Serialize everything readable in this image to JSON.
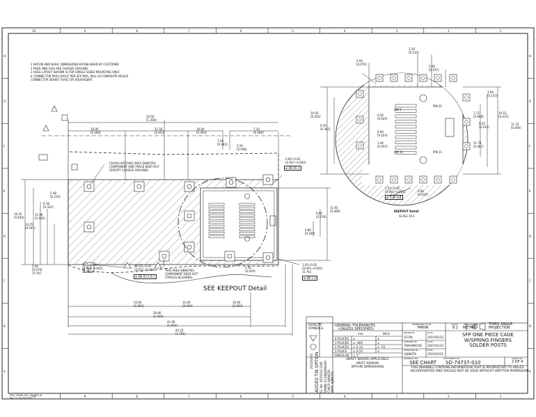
{
  "border": {
    "top_zones": [
      "10",
      "9",
      "8",
      "7",
      "6",
      "5",
      "4",
      "3",
      "2",
      "1"
    ],
    "side_zones": [
      "H",
      "G",
      "F",
      "E",
      "D",
      "C",
      "B",
      "A"
    ]
  },
  "notes": [
    "1   DATUM AND BASIC DIMENSIONS ESTABLISHED BY CUSTOMER",
    "2   PADS AND VIAS ARE CHASSIS GROUND.",
    "3   HOLE LAYOUT SHOWN IS FOR SINGLE SIDED MOUNTING ONLY.",
    "4   CONNECTOR PAD LAYOUT PER SFP MSA, WILL ACCOMODATE MOLEX",
    "     CONNECTOR SERIES 74441 OR EQUIVALENT."
  ],
  "main_view": {
    "hatch_note": [
      "CROSS-HATCHED AREA DENOTES",
      "COMPONENT AND TRACE KEEP-OUT",
      "(EXCEPT CHASSIS GROUND)"
    ],
    "component_note": [
      "THIS AREA DENOTES",
      "COMPONENT KEEP-OUT",
      "(TRACES ALLOWED)"
    ],
    "see_detail": "SEE KEEPOUT Detail",
    "dims": {
      "d3450": "34.50",
      "d3450i": "[1.358]",
      "d1000": "10.00",
      "d1000i": "[0.394]",
      "d1150": "11.50",
      "d1150i": "[0.453]",
      "d710": "7.10",
      "d710i": "[0.280]",
      "d720": "7.20",
      "d720i": "[0.283]",
      "d250": "2.50",
      "d250i": "[0.098]",
      "d1425": "14.25",
      "d1425i": "[0.561]",
      "d1625": "16.25",
      "d1625i": "[0.640]",
      "d1108": "11.08",
      "d1108i": "[0.436]",
      "d818": "8.18",
      "d818i": "[0.322]",
      "d548": "5.48",
      "d548i": "[0.216]",
      "d200": "2.00",
      "d200i": "[0.079]",
      "plc": "11 PLC",
      "d3680": "36.80",
      "d3680i": "[1.449]",
      "d4190": "41.90",
      "d4190i": "[1.650]",
      "d4320": "43.20",
      "d4320i": "[1.701]",
      "d960": "9.60",
      "d960i": "[0.378]",
      "d480": "4.80",
      "d480i": "[0.189]",
      "d1192": "11.92",
      "d1192i": "[0.469]",
      "d150": "1.50",
      "d150i": "[0.059]",
      "d095": "0.95~0.05",
      "d095i": "[0.037~0.002]",
      "d105": "1.05~0.05",
      "d105i": "[0.041~0.002]",
      "d055": "Ø0.55~0.05",
      "d055i": "[0.022~0.002]",
      "fcf1": "⊕ Ø0.05 A B C",
      "fcf2": "⊕ Ø0.05 A",
      "fcf3": "⊕ Ø0.1 A"
    }
  },
  "detail": {
    "title": "KEEPOUT Detail",
    "scale": "SCALE 10:1",
    "pin20": "PIN 20",
    "pin11": "PIN 11",
    "pin1": "PIN 1",
    "pin10": "PIN 10",
    "dims": {
      "d330": "3.30",
      "d330i": "[0.130]",
      "d200": "2.00",
      "d200i": "[0.079]",
      "d500": "5.00",
      "d500i": "[0.197]",
      "d1093": "10.93",
      "d1093i": "[0.430]",
      "d920": "9.20",
      "d920i": "[0.362]",
      "d050": "0.50",
      "d050i": "[0.020]",
      "d060": "0.60",
      "d060i": "[0.024]",
      "d140": "1.40",
      "d140i": "[0.055]",
      "d364": "3.64",
      "d364i": "[0.143]",
      "d172": "1.72",
      "d172i": "[0.068]",
      "d845": "8.45",
      "d845i": "[0.333]",
      "d1053": "10.53",
      "d1053i": "[0.415]",
      "d1133": "11.33",
      "d1133i": "[0.446]",
      "d1170": "11.70",
      "d1170i": "[0.461]",
      "d155": "1.55~0.05",
      "d155i": "[0.061~0.002]",
      "d090": "0.90",
      "d090i": "[0.035]",
      "fcf": "⊕ 0.06 A B"
    }
  },
  "title_block": {
    "quality": "QUALITY",
    "symbols": "SYMBOLS",
    "gen_tol": "GENERAL TOLERANCES",
    "unless": "(UNLESS SPECIFIED)",
    "mm": "mm",
    "inch": "INCH",
    "tol_rows": [
      [
        "4 PLACES",
        "±",
        "±"
      ],
      [
        "3 PLACES",
        "± .005",
        "±"
      ],
      [
        "2 PLACES",
        "± 0.13",
        "± .01"
      ],
      [
        "1 PLACE",
        "± 0.25",
        "±"
      ],
      [
        "ANGULAR",
        "± 1°",
        ""
      ]
    ],
    "draft": [
      "DRAFT WHERE APPLICABLE",
      "MUST REMAIN",
      "WITHIN DIMENSIONS"
    ],
    "dim_style_label": "DIMENSION STYLE",
    "dim_style": "MM/IN",
    "scale_label": "SCALE",
    "scale": "8:1",
    "design_units_label": "DESIGN UNITS",
    "design_units": "METRIC",
    "projection": "THIRD ANGLE PROJECTION",
    "drawn_label": "DRAWN BY",
    "date_label": "DATE",
    "drawn_by": "ECON",
    "drawn_date": "2007/01/22",
    "checked_label": "CHECKED BY",
    "checked_by": "RMAHMOOD",
    "checked_date": "2007/01/22",
    "approved_label": "APPROVED BY",
    "approved_by": "KJANGTA",
    "approved_date": "2015/03/31",
    "title_lines": [
      "SFP ONE PIECE CAGE",
      "W/SPRING FINGERS",
      "SOLDER POSTS"
    ],
    "material_label": "MATERIAL NO.",
    "material": "SEE CHART",
    "docno_label": "DOCUMENT NO.",
    "docno": "SD-74737-010",
    "sheet_label": "SHEET NO.",
    "sheet": "2 OF 4",
    "proprietary": [
      "THIS DRAWING CONTAINS INFORMATION THAT IS PROPRIETARY TO MOLEX",
      "INCORPORATED AND SHOULD NOT BE USED WITHOUT WRITTEN PERMISSION"
    ],
    "revision": "ADDED TIN OPTION",
    "rev_ec": "EC No: UCP2015-3285",
    "rev_drwn": "DRWN: ECHANDRAGIRI",
    "rev_chk": "CHK'D: KJANGTA",
    "rev_apr": "APPR: KJANGTA",
    "rev_date": "2015/03/31",
    "small_code1": "PSD_TEMPLATE_SD_REV_B",
    "small_code2": "Rev. E  2015/03/05"
  }
}
